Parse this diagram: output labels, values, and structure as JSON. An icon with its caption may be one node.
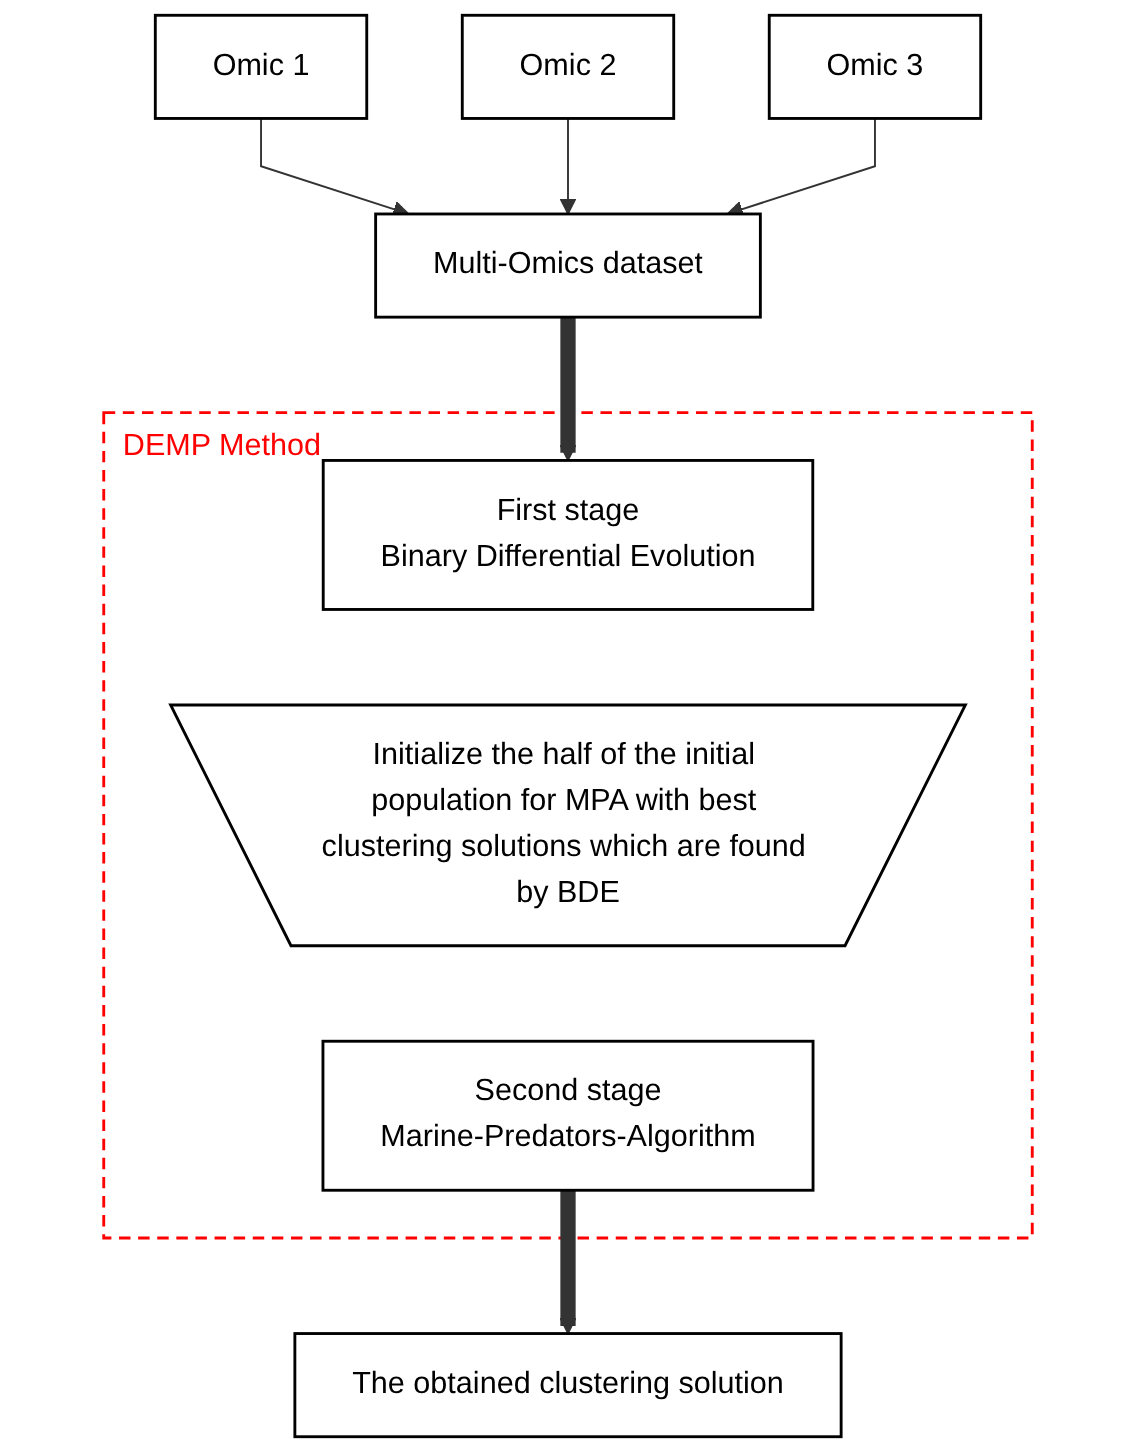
{
  "diagram": {
    "nodes": [
      {
        "text": [
          "Omic 1"
        ]
      },
      {
        "text": [
          "Omic 2"
        ]
      },
      {
        "text": [
          "Omic 3"
        ]
      },
      {
        "text": [
          "Multi-Omics dataset"
        ]
      },
      {
        "text": [
          "DEMP Method"
        ]
      },
      {
        "text": [
          "First stage",
          "Binary Differential Evolution"
        ],
        "in": 4
      },
      {
        "text": [
          "Initialize the half of the initial population for MPA with best clustering solutions which are found by BDE"
        ],
        "in": 4
      },
      {
        "text": [
          "Second stage",
          "Marine-Predators-Algorithm"
        ],
        "in": 4
      },
      {
        "text": [
          "The obtained clustering solution"
        ]
      }
    ],
    "edges": [
      {
        "from": 0,
        "to": 3,
        "arrow": "to"
      },
      {
        "from": 1,
        "to": 3,
        "arrow": "to"
      },
      {
        "from": 2,
        "to": 3,
        "arrow": "to"
      },
      {
        "from": 3,
        "to": 5,
        "arrow": "to",
        "style": "thick"
      },
      {
        "from": 7,
        "to": 8,
        "arrow": "to",
        "style": "thick"
      }
    ]
  }
}
